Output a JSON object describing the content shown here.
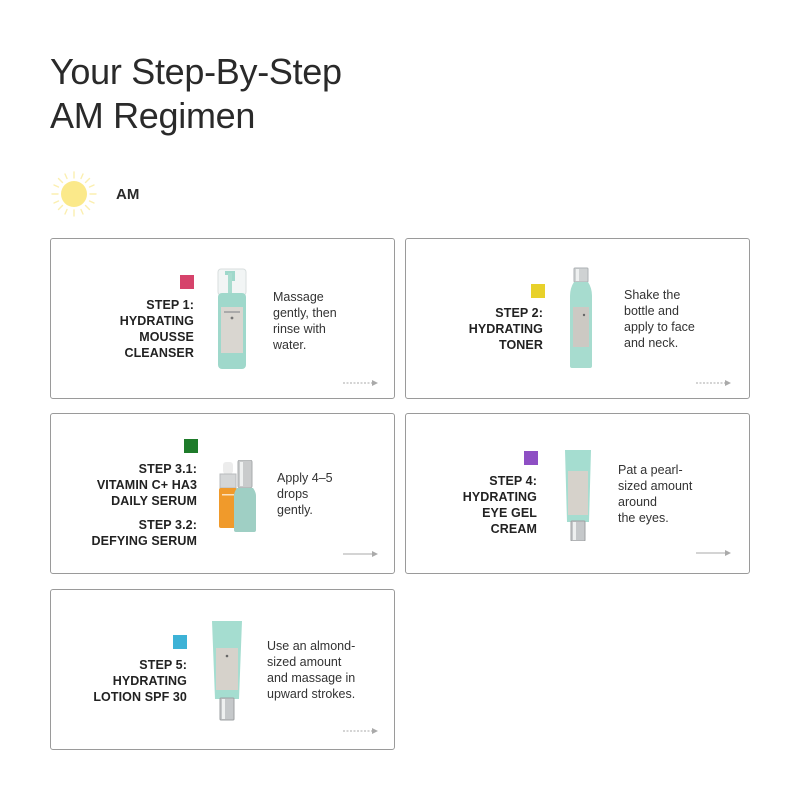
{
  "header": {
    "title_line1": "Your Step-By-Step",
    "title_line2": "AM Regimen"
  },
  "time_of_day": {
    "icon": "sun-icon",
    "label": "AM",
    "icon_color": "#FBE98A"
  },
  "steps": [
    {
      "swatch_color": "#D6436B",
      "name_lines": [
        "STEP 1:",
        "HYDRATING",
        "MOUSSE",
        "CLEANSER"
      ],
      "product": "mousse-cleanser-bottle",
      "instructions": [
        "Massage",
        "gently, then",
        "rinse with",
        "water."
      ]
    },
    {
      "swatch_color": "#E8D12A",
      "name_lines": [
        "STEP 2:",
        "HYDRATING",
        "TONER"
      ],
      "product": "toner-bottle",
      "instructions": [
        "Shake the",
        "bottle and",
        "apply to face",
        "and neck."
      ]
    },
    {
      "swatch_color": "#1E7B2A",
      "name_lines": [
        "STEP 3.1:",
        "VITAMIN C+ HA3",
        "DAILY SERUM"
      ],
      "name_lines_b": [
        "STEP 3.2:",
        "DEFYING SERUM"
      ],
      "product": "serum-bottles",
      "instructions": [
        "Apply 4–5",
        "drops",
        "gently."
      ]
    },
    {
      "swatch_color": "#8E4FC4",
      "name_lines": [
        "STEP 4:",
        "HYDRATING",
        "EYE GEL",
        "CREAM"
      ],
      "product": "eye-gel-tube",
      "instructions": [
        "Pat a pearl-",
        "sized amount",
        "around",
        "the eyes."
      ]
    },
    {
      "swatch_color": "#3DB2D6",
      "name_lines": [
        "STEP 5:",
        "HYDRATING",
        "LOTION SPF 30"
      ],
      "product": "lotion-tube",
      "instructions": [
        "Use an almond-",
        "sized amount",
        "and massage in",
        "upward strokes."
      ]
    }
  ]
}
